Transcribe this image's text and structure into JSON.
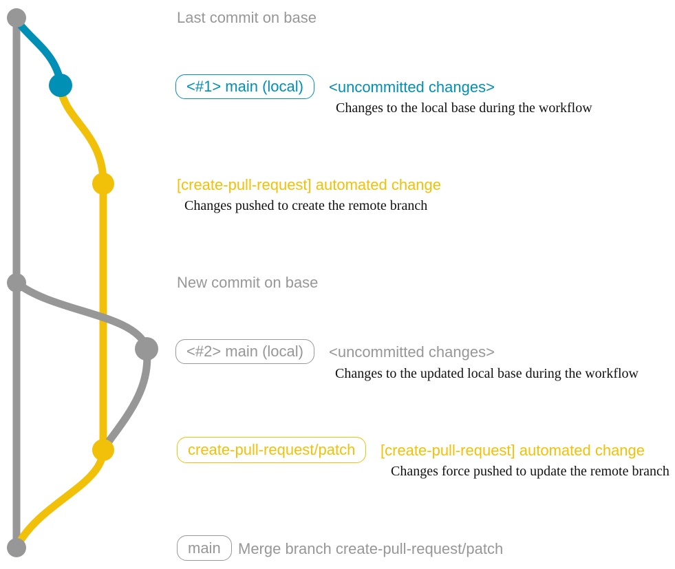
{
  "colors": {
    "base": "#979797",
    "local": "#008fb5",
    "branch": "#f1c109",
    "note": "#111111",
    "bg": "#ffffff"
  },
  "rows": {
    "last_commit": {
      "message": "Last commit on base"
    },
    "local_1": {
      "branch_label": "<#1> main (local)",
      "message": "<uncommitted changes>",
      "note": "Changes to the local base during the workflow"
    },
    "push_create": {
      "message": "[create-pull-request] automated change",
      "note": "Changes pushed to create the remote branch"
    },
    "new_commit": {
      "message": "New commit on base"
    },
    "local_2": {
      "branch_label": "<#2> main (local)",
      "message": "<uncommitted changes>",
      "note": "Changes to the updated local base during the workflow"
    },
    "push_update": {
      "branch_label": "create-pull-request/patch",
      "message": "[create-pull-request] automated change",
      "note": "Changes force pushed to update the remote branch"
    },
    "merge": {
      "branch_label": "main",
      "message": "Merge branch create-pull-request/patch"
    }
  }
}
